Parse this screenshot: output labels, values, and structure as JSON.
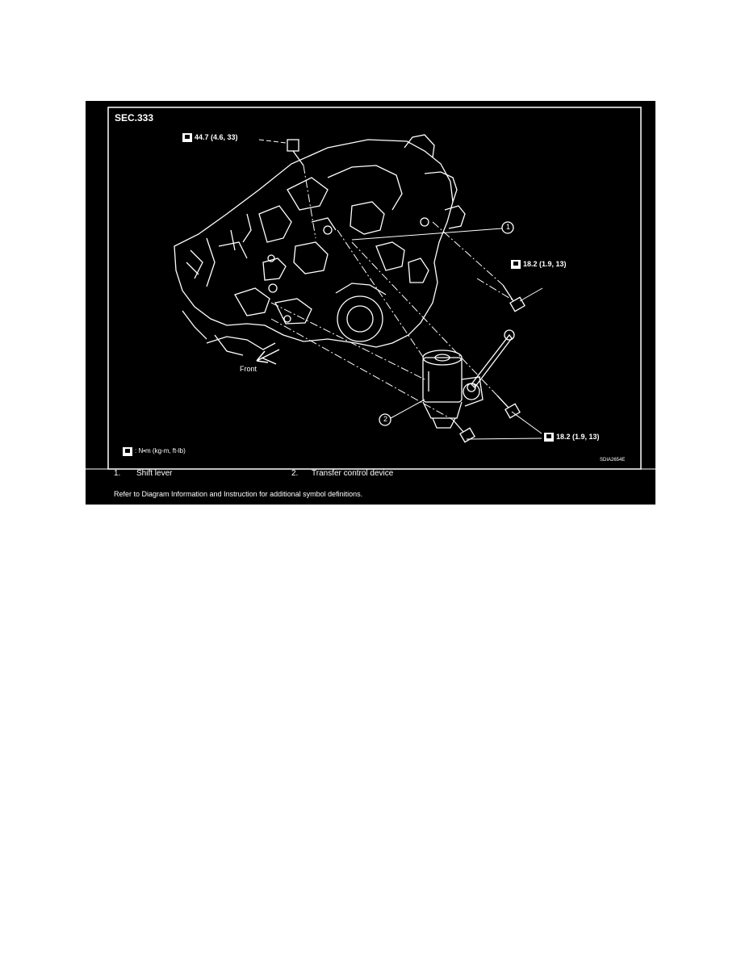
{
  "diagram": {
    "section": "SEC.333",
    "code": "SDIA2654E",
    "front_label": "Front",
    "torques": {
      "top": "44.7  (4.6,  33)",
      "right": "18.2  (1.9,  13)",
      "bottom": "18.2  (1.9,  13)"
    },
    "unit_legend": ": N•m  (kg-m,  ft-lb)",
    "callouts": [
      "1",
      "2"
    ]
  },
  "legend": {
    "items": [
      {
        "num": "1.",
        "label": "Shift lever"
      },
      {
        "num": "2.",
        "label": "Transfer control device"
      }
    ],
    "note": "Refer to Diagram Information and Instruction for additional symbol definitions."
  },
  "colors": {
    "background": "#000000",
    "foreground": "#ffffff",
    "page": "#ffffff"
  },
  "icons": [
    "torque-wrench-icon",
    "front-arrow-icon"
  ]
}
